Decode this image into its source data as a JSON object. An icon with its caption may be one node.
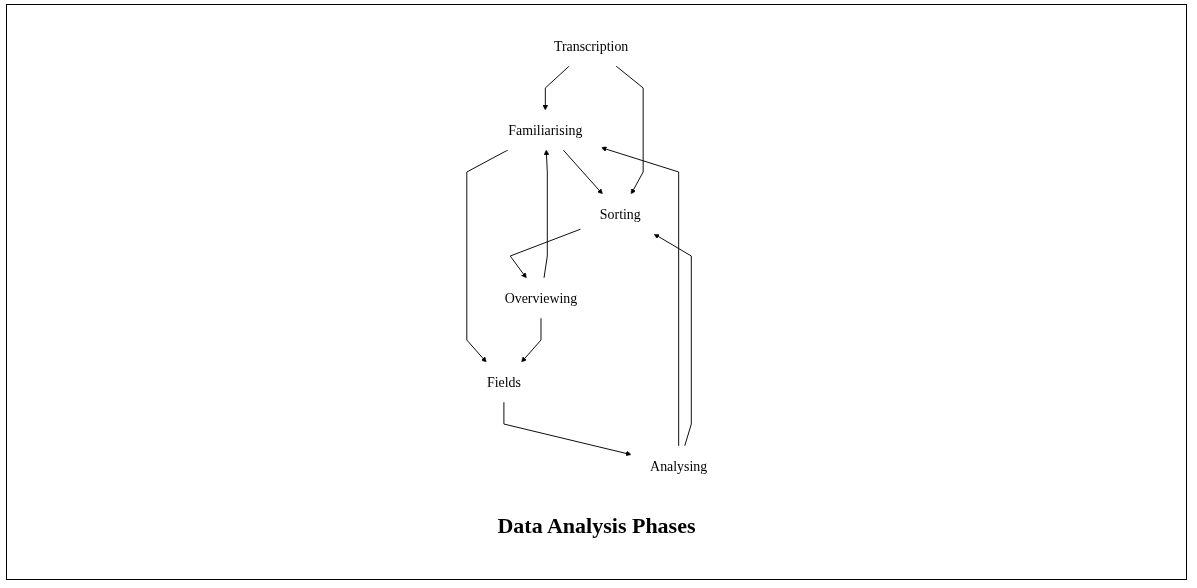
{
  "diagram": {
    "caption": "Data Analysis Phases",
    "nodes": [
      {
        "text": [
          "Familiarising"
        ]
      },
      {
        "text": [
          "Transcription"
        ]
      },
      {
        "text": [
          "Sorting"
        ]
      },
      {
        "text": [
          "Overviewing"
        ]
      },
      {
        "text": [
          "Fields"
        ]
      },
      {
        "text": [
          "Analysing"
        ]
      }
    ],
    "edges": [
      {
        "from": 1,
        "to": 0,
        "arrow": "to"
      },
      {
        "from": 0,
        "to": 2,
        "arrow": "to"
      },
      {
        "from": 3,
        "to": 0,
        "arrow": "to"
      },
      {
        "from": 0,
        "to": 4,
        "arrow": "to"
      },
      {
        "from": 5,
        "to": 0,
        "arrow": "to"
      },
      {
        "from": 1,
        "to": 2,
        "arrow": "to"
      },
      {
        "from": 2,
        "to": 3,
        "arrow": "to"
      },
      {
        "from": 3,
        "to": 4,
        "arrow": "to"
      },
      {
        "from": 4,
        "to": 5,
        "arrow": "to"
      },
      {
        "from": 5,
        "to": 2,
        "arrow": "to"
      }
    ]
  }
}
